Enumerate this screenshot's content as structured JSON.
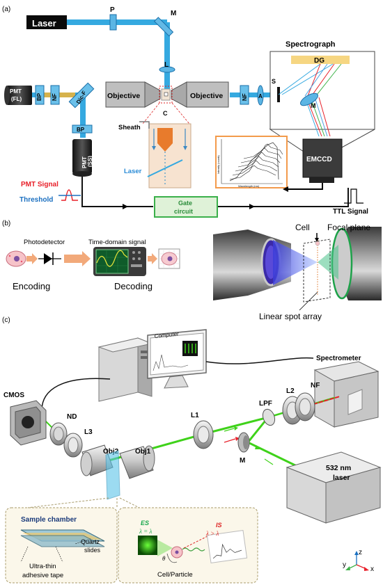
{
  "panel_a": {
    "label": "(a)",
    "laser": "Laser",
    "p": "P",
    "m_top": "M",
    "l": "L",
    "spectrograph": "Spectrograph",
    "dg": "DG",
    "pmt_fl": "PMT",
    "pmt_fl_sub": "(FL)",
    "bp": "BP",
    "nf": "NF",
    "dicf": "Dic-F",
    "objective_left": "Objective",
    "objective_right": "Objective",
    "nf_right": "NF",
    "a": "A",
    "s": "S",
    "m_spec": "M",
    "c": "C",
    "bp_lower": "BP",
    "sheath": "Sheath",
    "pmt_ss": "PMT",
    "pmt_ss_sub": "(SS)",
    "laser_small": "Laser",
    "emccd": "EMCCD",
    "pmt_signal": "PMT Signal",
    "threshold": "Threshold",
    "gate": "Gate",
    "gate2": "circuit",
    "ttl": "TTL Signal",
    "inset_xlabel": "Wavelength (nm)",
    "inset_ylabel": "Intensity (counts)"
  },
  "panel_b": {
    "label": "(b)",
    "photodetector": "Photodetector",
    "time_domain": "Time-domain signal",
    "encoding": "Encoding",
    "decoding": "Decoding",
    "cell": "Cell",
    "focal_plane": "Focal plane",
    "linear_spot": "Linear spot array"
  },
  "panel_c": {
    "label": "(c)",
    "computer": "Computer",
    "spectrometer": "Spectrometer",
    "cmos": "CMOS",
    "nf": "NF",
    "l2": "L2",
    "lpf": "LPF",
    "nd": "ND",
    "l3": "L3",
    "obj2": "Obj2",
    "obj1": "Obj1",
    "l1": "L1",
    "m": "M",
    "laser_532": "532 nm",
    "laser_word": "laser",
    "sample_chamber": "Sample chamber",
    "quartz": "Quartz",
    "slides": "slides",
    "tape1": "Ultra-thin",
    "tape2": "adhesive tape",
    "es": "ES",
    "es_eq": "λ = λ",
    "is": "IS",
    "is_eq": "λ > λ",
    "theta": "θ",
    "cell_particle": "Cell/Particle",
    "axis_z": "z",
    "axis_y": "y",
    "axis_x": "x"
  },
  "colors": {
    "beam_blue": "#35a9e0",
    "laser_green": "#3fd21a",
    "signal_red": "#e8202a",
    "threshold_blue": "#1a6fc0",
    "gate_green": "#3ab04a",
    "inset_orange": "#f39a4b",
    "objective_gray": "#b5b5b5"
  }
}
